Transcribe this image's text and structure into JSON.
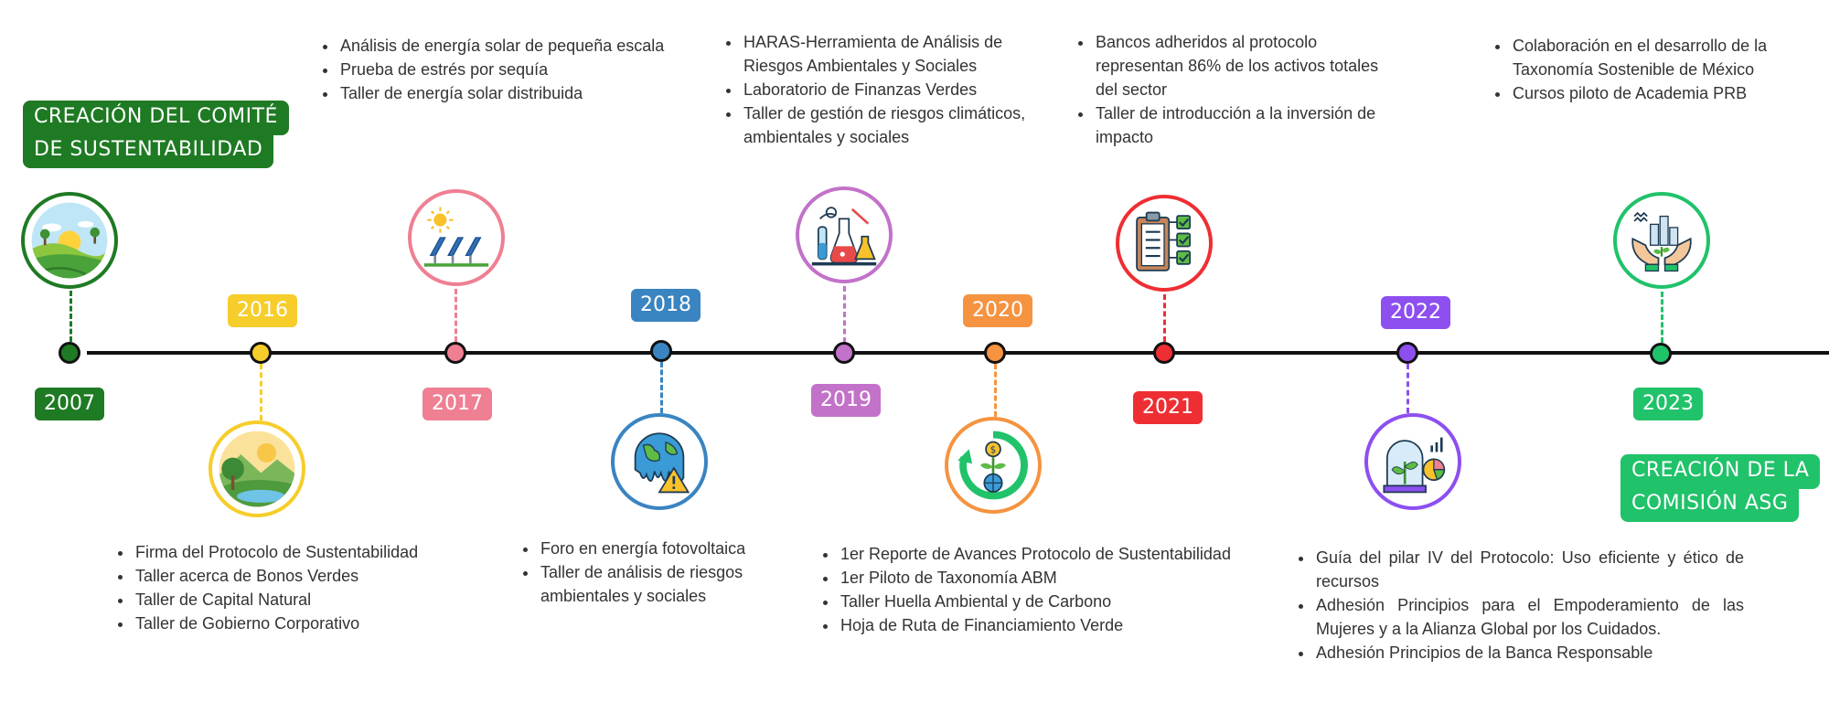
{
  "colors": {
    "y2007": "#1e7a23",
    "y2016": "#f6cd2a",
    "y2017": "#ef7f93",
    "y2018": "#3a84c1",
    "y2019": "#c272c9",
    "y2020": "#f59340",
    "y2021": "#ee2e33",
    "y2022": "#8d4ff0",
    "y2023": "#20c26a"
  },
  "banners": {
    "start": {
      "line1": "CREACIÓN DEL COMITÉ",
      "line2": "DE SUSTENTABILIDAD"
    },
    "end": {
      "line1": "CREACIÓN DE LA",
      "line2": "COMISIÓN ASG"
    }
  },
  "milestones": [
    {
      "year": "2007",
      "icon": "landscape-sun-icon",
      "items": []
    },
    {
      "year": "2016",
      "icon": "nature-lake-icon",
      "items": [
        "Firma del Protocolo de Sustentabilidad",
        "Taller acerca de Bonos Verdes",
        "Taller de Capital Natural",
        "Taller de Gobierno Corporativo"
      ]
    },
    {
      "year": "2017",
      "icon": "solar-panels-icon",
      "items": [
        "Análisis de energía solar de pequeña escala",
        "Prueba de estrés por sequía",
        "Taller de energía solar distribuida"
      ]
    },
    {
      "year": "2018",
      "icon": "melting-earth-warning-icon",
      "items": [
        "Foro en energía fotovoltaica",
        "Taller de análisis de riesgos ambientales y sociales"
      ]
    },
    {
      "year": "2019",
      "icon": "laboratory-flasks-icon",
      "items": [
        "HARAS-Herramienta de Análisis de Riesgos Ambientales y Sociales",
        "Laboratorio de Finanzas Verdes",
        "Taller de gestión de riesgos climáticos, ambientales y sociales"
      ]
    },
    {
      "year": "2020",
      "icon": "green-growth-globe-icon",
      "items": [
        "1er Reporte de Avances Protocolo de Sustentabilidad",
        "1er Piloto de Taxonomía ABM",
        "Taller Huella Ambiental y de Carbono",
        "Hoja de Ruta de Financiamiento Verde"
      ]
    },
    {
      "year": "2021",
      "icon": "checklist-clipboard-icon",
      "items": [
        "Bancos adheridos al protocolo representan 86% de los activos totales del sector",
        "Taller de introducción a la inversión de impacto"
      ]
    },
    {
      "year": "2022",
      "icon": "plant-dome-chart-icon",
      "items": [
        "Guía del pilar IV del Protocolo: Uso eficiente y ético de recursos",
        "Adhesión Principios para el Empoderamiento de las Mujeres y a la Alianza Global por los Cuidados.",
        "Adhesión  Principios de la Banca Responsable"
      ]
    },
    {
      "year": "2023",
      "icon": "hands-city-plant-icon",
      "items": [
        "Colaboración en el desarrollo de la Taxonomía Sostenible de México",
        "Cursos piloto de Academia PRB"
      ]
    }
  ]
}
